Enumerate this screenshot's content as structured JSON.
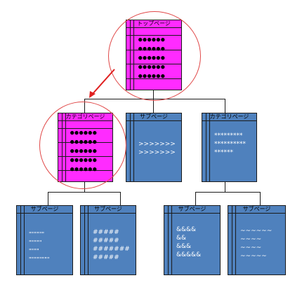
{
  "top_page": {
    "title": "トップページ",
    "body": "●●●●●●\n●●●●●●\n●●●●●●\n●●●●●●\n●●●●●●"
  },
  "level2": {
    "category_left": {
      "title": "カテゴリページ",
      "body": "●●●●●●\n●●●●●●\n●●●●●●\n●●●●●●\n●●●●●●"
    },
    "sub_center": {
      "title": "サブページ",
      "body": ">>>>>>>\n>>>>>>>"
    },
    "category_right": {
      "title": "カテゴリページ",
      "body": "*********\n**********\n******"
    }
  },
  "level3": {
    "sub_1": {
      "title": "サブページ",
      "body": "\"\"\"\"\"\"\n\"\"\"\"\"\n\"\"\"\"\n\"\"\"\"\"\"\"\""
    },
    "sub_2": {
      "title": "サブページ",
      "body": "#####\n#####\n#######\n#####"
    },
    "sub_3": {
      "title": "サブページ",
      "body": "&&&&\n&&\n&&&\n&&&&&"
    },
    "sub_4": {
      "title": "サブページ",
      "body": "~~~~~~\n~~~~\n~~~~\n~~~~~"
    }
  },
  "colors": {
    "highlight_page": "#ff2bff",
    "normal_page": "#4f81bd",
    "highlight_circle": "#e04848",
    "arrow": "#e02020"
  }
}
